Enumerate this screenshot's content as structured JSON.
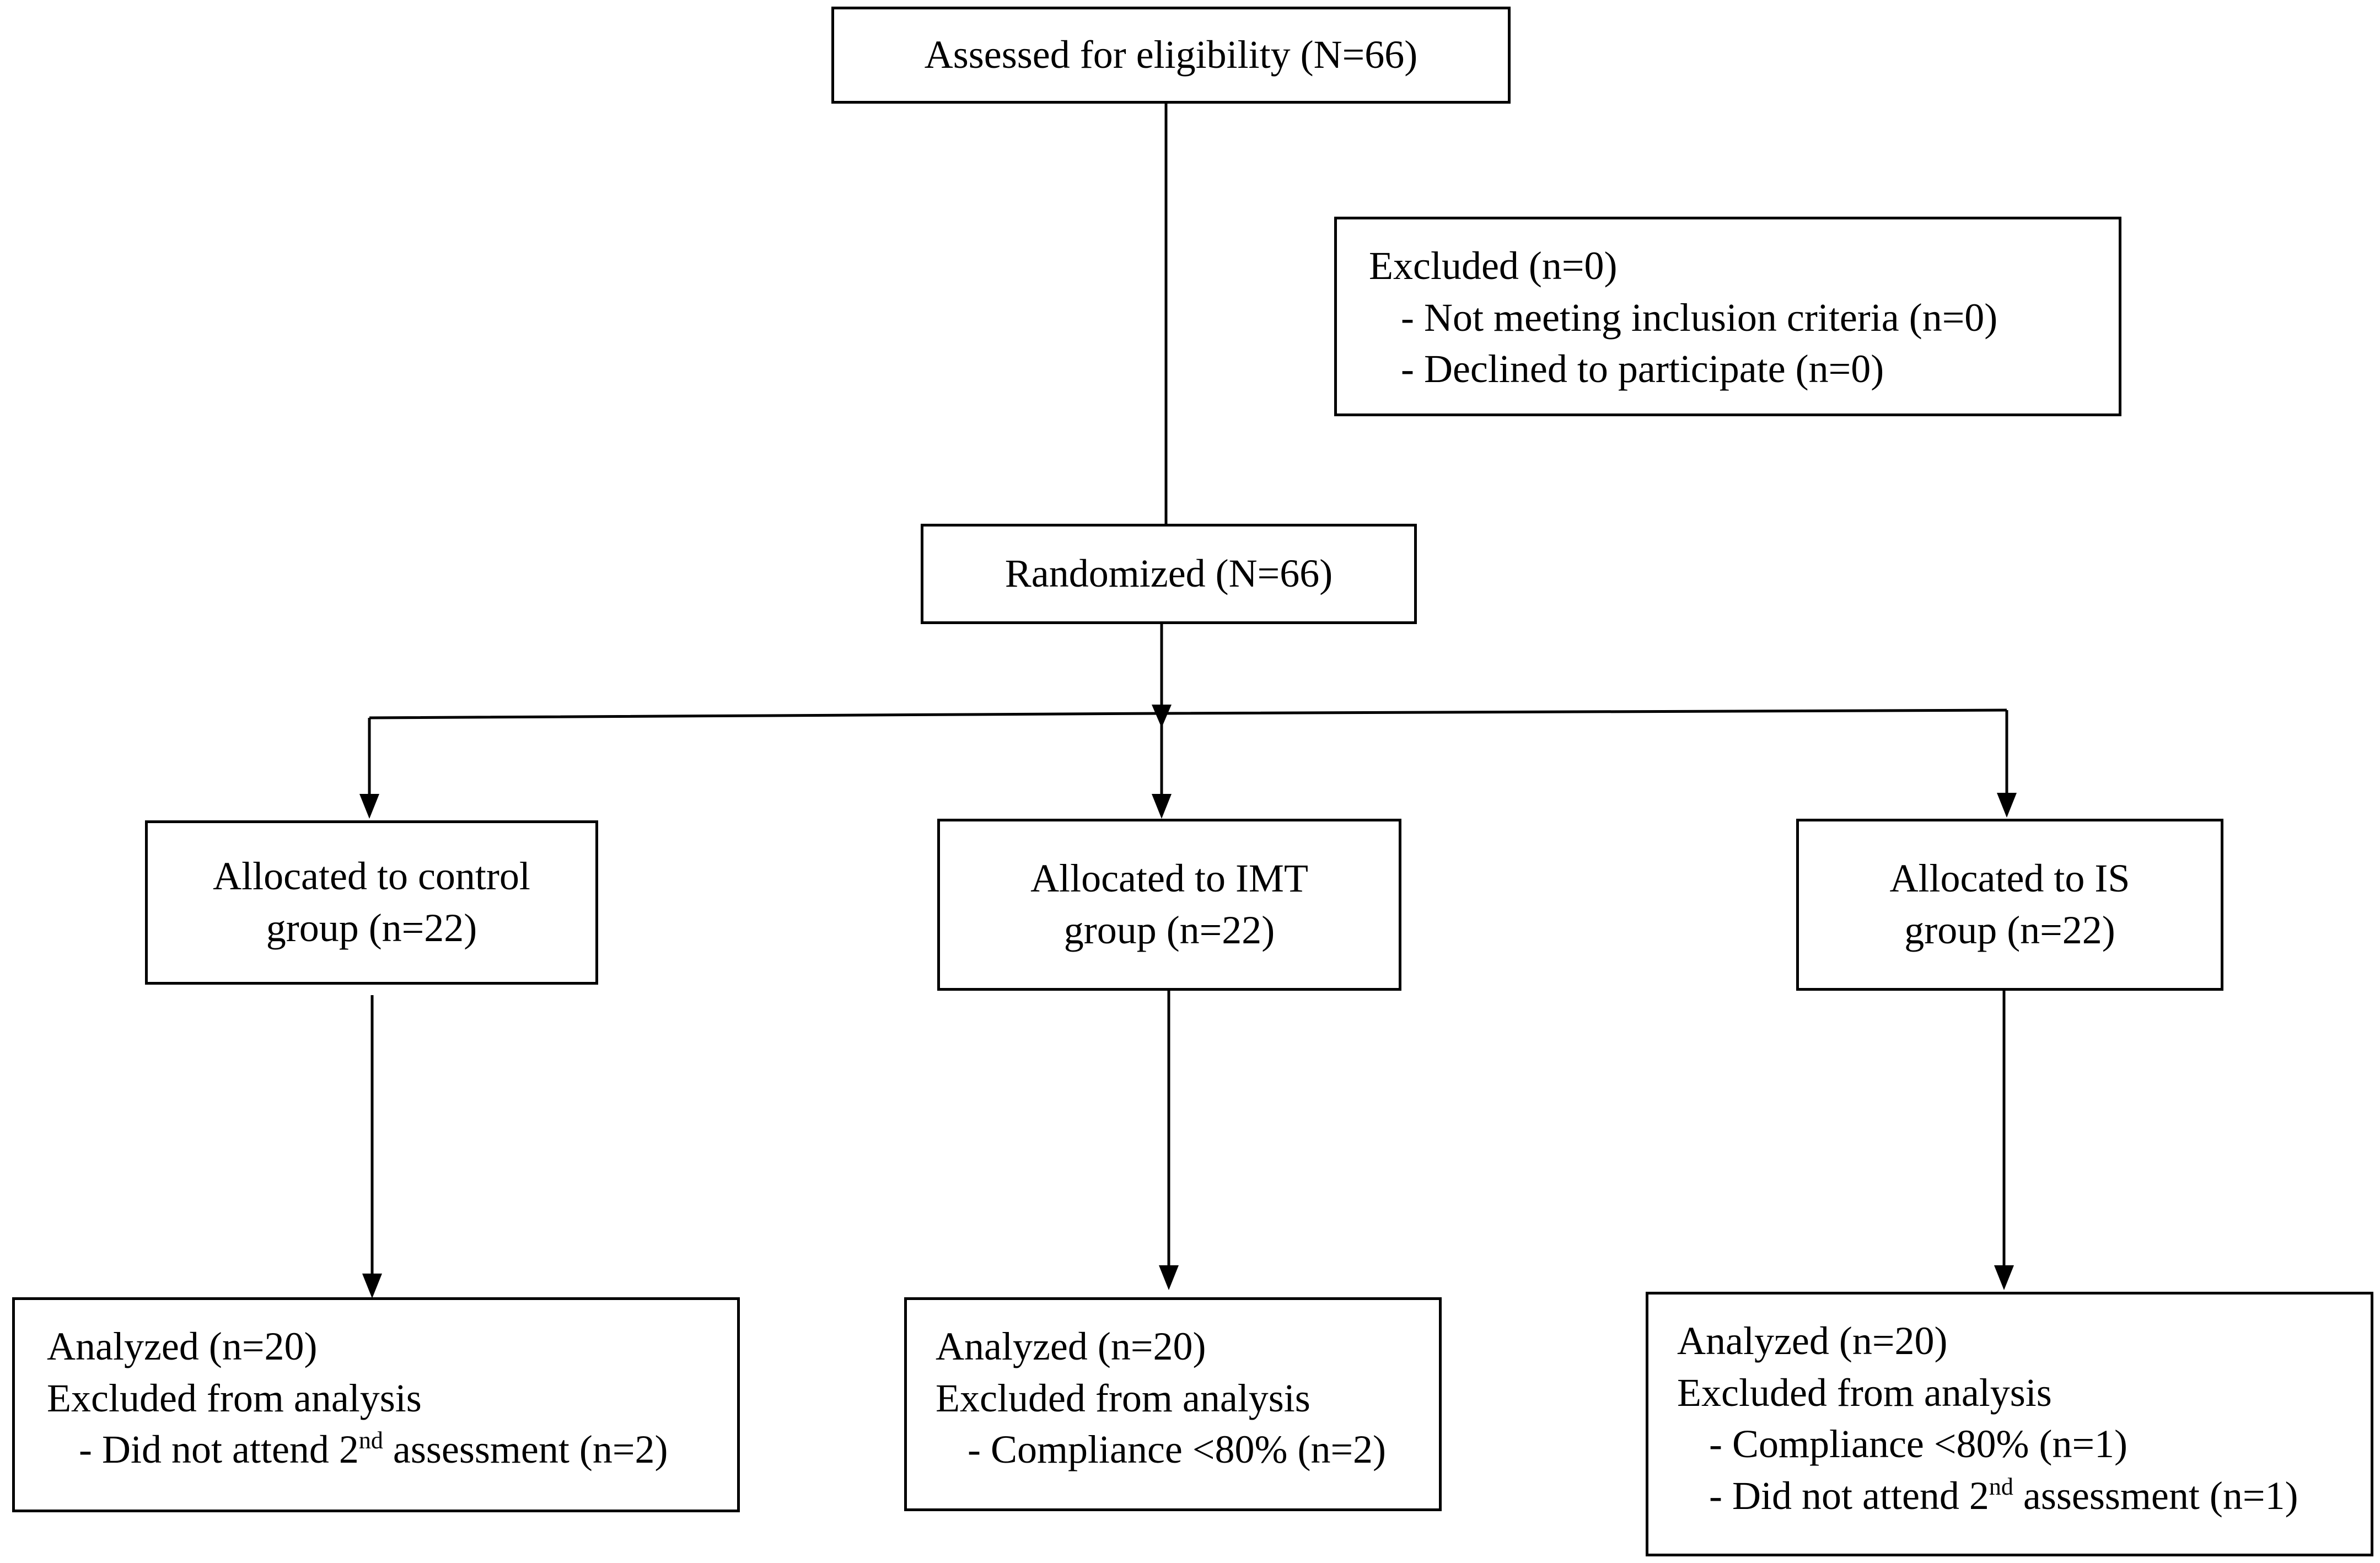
{
  "nodes": {
    "assessed": {
      "label": "Assessed for eligibility (N=66)"
    },
    "excluded": {
      "title": "Excluded (n=0)",
      "reasons": [
        "- Not meeting inclusion criteria (n=0)",
        "- Declined to participate (n=0)"
      ]
    },
    "randomized": {
      "label": "Randomized (N=66)"
    },
    "alloc_control": {
      "line1": "Allocated to control",
      "line2": "group (n=22)"
    },
    "alloc_imt": {
      "line1": "Allocated to IMT",
      "line2": "group (n=22)"
    },
    "alloc_is": {
      "line1": "Allocated to IS",
      "line2": "group (n=22)"
    },
    "analyzed_control": {
      "analyzed": "Analyzed (n=20)",
      "excluded": "Excluded from analysis",
      "reason1_pre": "- Did not attend 2",
      "reason1_sup": "nd",
      "reason1_post": " assessment (n=2)"
    },
    "analyzed_imt": {
      "analyzed": "Analyzed (n=20)",
      "excluded": "Excluded from analysis",
      "reason1": "- Compliance <80% (n=2)"
    },
    "analyzed_is": {
      "analyzed": "Analyzed (n=20)",
      "excluded": "Excluded from analysis",
      "reason1": "- Compliance <80% (n=1)",
      "reason2_pre": "- Did not attend 2",
      "reason2_sup": "nd",
      "reason2_post": " assessment (n=1)"
    }
  },
  "edges": [
    {
      "from": "assessed",
      "to": "randomized"
    },
    {
      "from": "randomized",
      "to": "alloc_control"
    },
    {
      "from": "randomized",
      "to": "alloc_imt"
    },
    {
      "from": "randomized",
      "to": "alloc_is"
    },
    {
      "from": "alloc_control",
      "to": "analyzed_control"
    },
    {
      "from": "alloc_imt",
      "to": "analyzed_imt"
    },
    {
      "from": "alloc_is",
      "to": "analyzed_is"
    }
  ]
}
